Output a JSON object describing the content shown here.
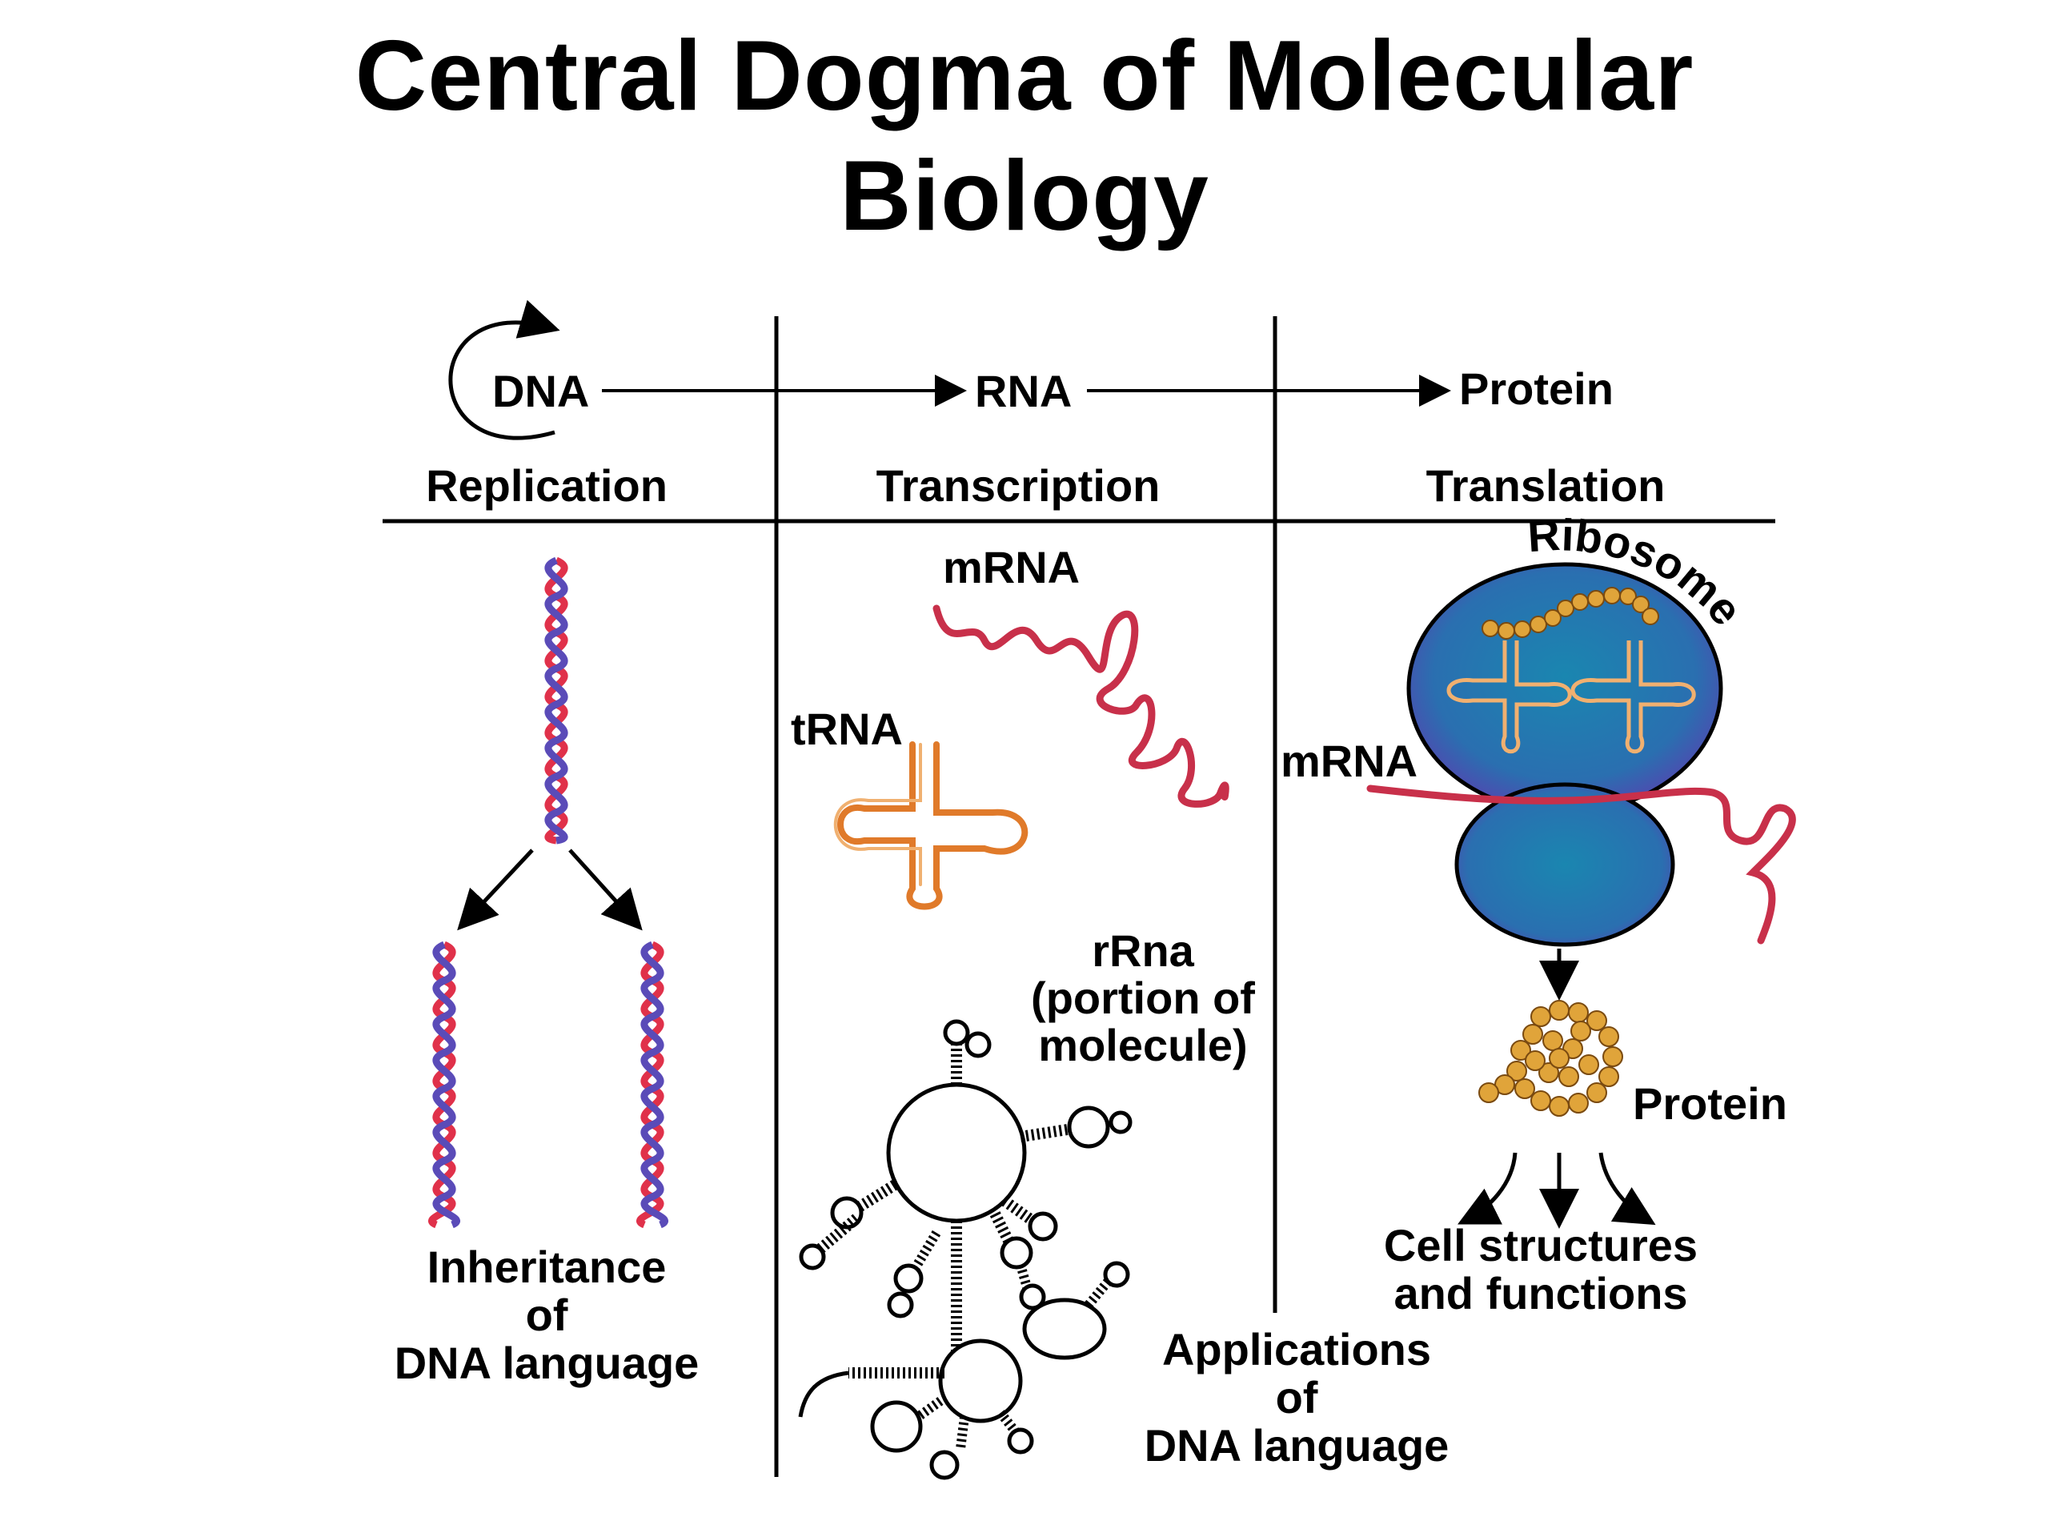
{
  "title": {
    "line1": "Central Dogma of Molecular",
    "line2": "Biology"
  },
  "header": {
    "dna": "DNA",
    "rna": "RNA",
    "protein": "Protein",
    "replication": "Replication",
    "transcription": "Transcription",
    "translation": "Translation"
  },
  "replication_panel": {
    "caption_line1": "Inheritance",
    "caption_line2": "of",
    "caption_line3": "DNA language"
  },
  "transcription_panel": {
    "mrna_label": "mRNA",
    "trna_label": "tRNA",
    "rrna_line1": "rRna",
    "rrna_line2": "(portion of",
    "rrna_line3": "molecule)",
    "applications_line1": "Applications",
    "applications_line2": "of",
    "applications_line3": "DNA language"
  },
  "translation_panel": {
    "ribosome_label": "Ribosome",
    "mrna_label": "mRNA",
    "protein_label": "Protein",
    "outcome_line1": "Cell structures",
    "outcome_line2": "and functions"
  },
  "colors": {
    "dna_strand_red": "#e0314a",
    "dna_strand_blue": "#5a4bb8",
    "mrna": "#c8304a",
    "trna": "#e07a2a",
    "ribosome_top": "#1e7aa8",
    "ribosome_edge": "#5a3fb0",
    "amino_acid": "#e0a43a"
  }
}
